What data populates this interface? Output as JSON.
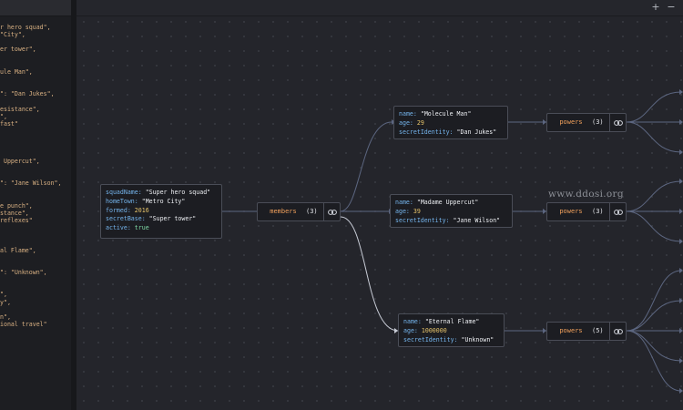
{
  "editor": {
    "lines": [
      "r hero squad\",",
      "\"City\",",
      "",
      "er tower\",",
      "",
      "",
      "ule Man\",",
      "",
      "",
      "\": \"Dan Jukes\",",
      "",
      "esistance\",",
      "\",",
      "fast\"",
      "",
      "",
      "",
      "",
      " Uppercut\",",
      "",
      "",
      "\": \"Jane Wilson\",",
      "",
      "",
      "e punch\",",
      "stance\",",
      "reflexes\"",
      "",
      "",
      "",
      "al Flame\",",
      "",
      "",
      "\": \"Unknown\",",
      "",
      "",
      "\",",
      "y\",",
      "",
      "n\",",
      "ional travel\""
    ]
  },
  "toolbar": {
    "plus": "+",
    "minus": "−"
  },
  "root": {
    "squadName": {
      "key": "squadName:",
      "value": "\"Super hero squad\""
    },
    "homeTown": {
      "key": "homeTown:",
      "value": "\"Metro City\""
    },
    "formed": {
      "key": "formed:",
      "value": "2016"
    },
    "secretBase": {
      "key": "secretBase:",
      "value": "\"Super tower\""
    },
    "active": {
      "key": "active:",
      "value": "true"
    }
  },
  "members_node": {
    "label": "members",
    "count": "(3)"
  },
  "members": [
    {
      "name": {
        "key": "name:",
        "value": "\"Molecule Man\""
      },
      "age": {
        "key": "age:",
        "value": "29"
      },
      "secret": {
        "key": "secretIdentity:",
        "value": "\"Dan Jukes\""
      },
      "powers": {
        "label": "powers",
        "count": "(3)"
      }
    },
    {
      "name": {
        "key": "name:",
        "value": "\"Madame Uppercut\""
      },
      "age": {
        "key": "age:",
        "value": "39"
      },
      "secret": {
        "key": "secretIdentity:",
        "value": "\"Jane Wilson\""
      },
      "powers": {
        "label": "powers",
        "count": "(3)"
      }
    },
    {
      "name": {
        "key": "name:",
        "value": "\"Eternal Flame\""
      },
      "age": {
        "key": "age:",
        "value": "1000000"
      },
      "secret": {
        "key": "secretIdentity:",
        "value": "\"Unknown\""
      },
      "powers": {
        "label": "powers",
        "count": "(5)"
      }
    }
  ],
  "watermark": "www.ddosi.org",
  "colors": {
    "edge": "#5c6680",
    "edge_highlight": "#c8ccd6",
    "key": "#74b4ec",
    "string": "#eceef2",
    "number": "#e8c56b",
    "boolean": "#7ed8a4",
    "label": "#f2a15c"
  }
}
